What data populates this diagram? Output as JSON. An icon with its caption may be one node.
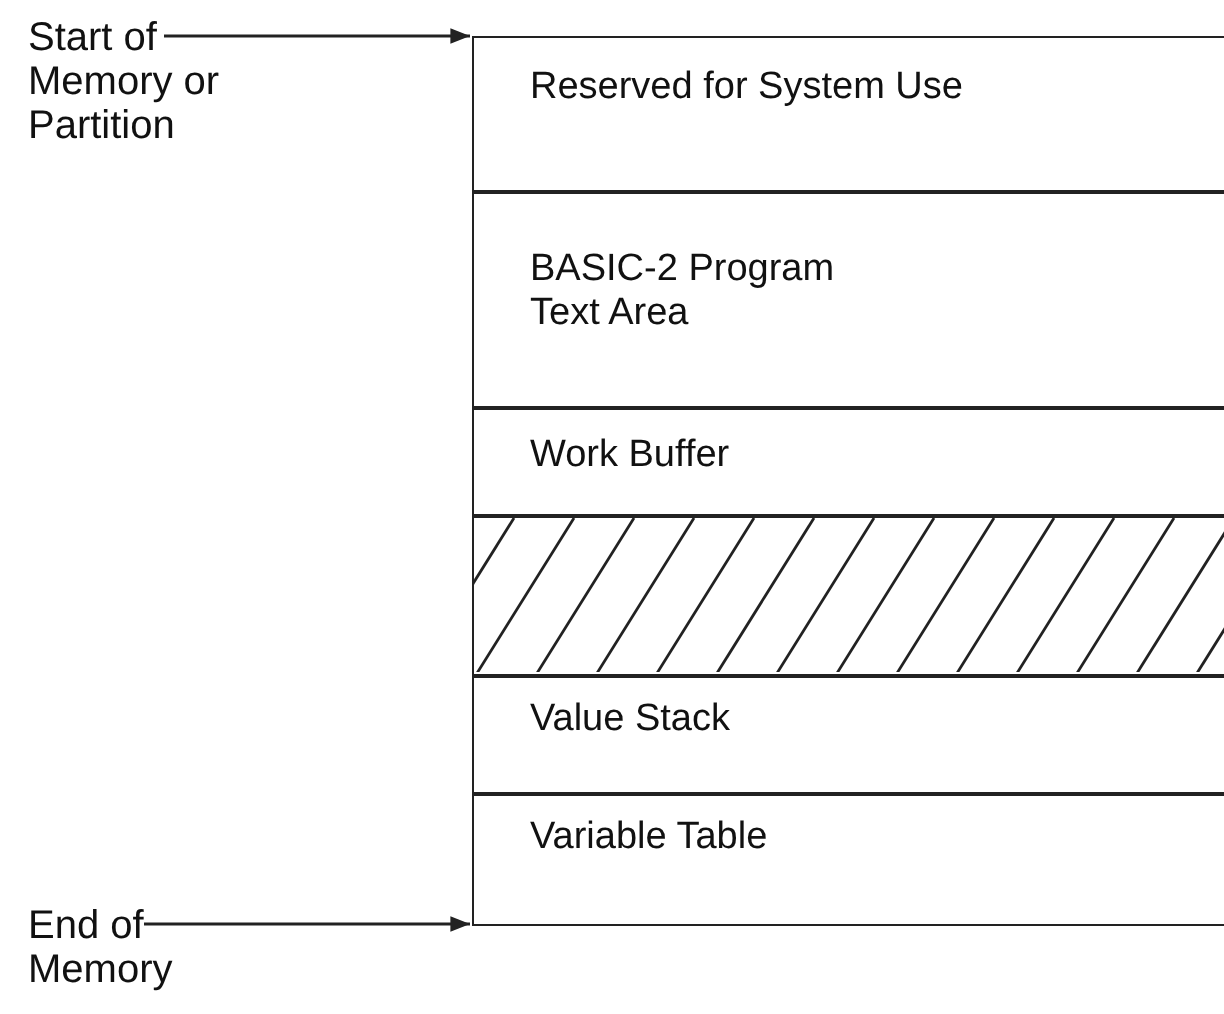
{
  "diagram": {
    "nodes": [
      {
        "text": [
          "Start of Memory or Partition"
        ]
      },
      {
        "text": [
          "Reserved for System Use"
        ]
      },
      {
        "text": [
          "BASIC-2 Program Text Area"
        ]
      },
      {
        "text": [
          "Work Buffer"
        ]
      },
      {
        "text": [],
        "shape": "box"
      },
      {
        "text": [
          "Value Stack"
        ]
      },
      {
        "text": [
          "Variable Table"
        ]
      },
      {
        "text": [
          "End of Memory"
        ]
      }
    ],
    "edges": [
      {
        "from": 0,
        "to": 1,
        "arrow": "to"
      },
      {
        "from": 7,
        "to": 6,
        "arrow": "to"
      }
    ]
  }
}
